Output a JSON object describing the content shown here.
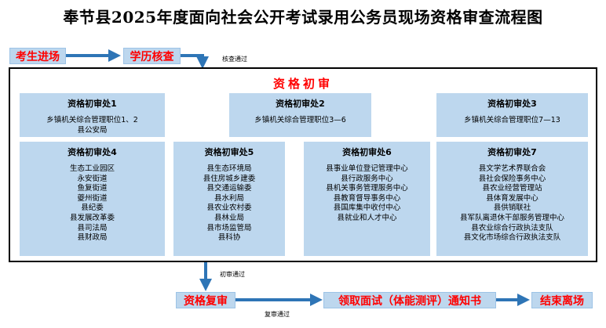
{
  "title": "奉节县2025年度面向社会公开考试录用公务员现场资格审查流程图",
  "steps": {
    "enter": "考生进场",
    "education_check": "学历核查",
    "initial_review": "资格初审",
    "final_review": "资格复审",
    "notice": "领取面试（体能测评）通知书",
    "exit": "结束离场"
  },
  "notes": {
    "check_pass": "核查通过",
    "initial_pass": "初审通过",
    "final_pass": "复审通过"
  },
  "offices": [
    {
      "title": "资格初审处1",
      "items": [
        "乡镇机关综合管理职位1、2",
        "县公安局"
      ]
    },
    {
      "title": "资格初审处2",
      "items": [
        "乡镇机关综合管理职位3—6"
      ]
    },
    {
      "title": "资格初审处3",
      "items": [
        "乡镇机关综合管理职位7—13"
      ]
    },
    {
      "title": "资格初审处4",
      "items": [
        "生态工业园区",
        "永安街道",
        "鱼复街道",
        "夔州街道",
        "县纪委",
        "县发展改革委",
        "县司法局",
        "县财政局"
      ]
    },
    {
      "title": "资格初审处5",
      "items": [
        "县生态环境局",
        "县住房城乡建委",
        "县交通运输委",
        "县水利局",
        "县农业农村委",
        "县林业局",
        "县市场监管局",
        "县科协"
      ]
    },
    {
      "title": "资格初审处6",
      "items": [
        "县事业单位登记管理中心",
        "县行政服务中心",
        "县机关事务管理服务中心",
        "县教育督导事务中心",
        "县国库集中收付中心",
        "县就业和人才中心"
      ]
    },
    {
      "title": "资格初审处7",
      "items": [
        "县文学艺术界联合会",
        "县社会保险事务中心",
        "县农业经营管理站",
        "县体育发展中心",
        "县供销联社",
        "县军队离退休干部服务管理中心",
        "县农业综合行政执法支队",
        "县文化市场综合行政执法支队"
      ]
    }
  ],
  "colors": {
    "accent": "#ff0000",
    "box_fill": "#bdd7ee",
    "arrow": "#2e75b6"
  }
}
